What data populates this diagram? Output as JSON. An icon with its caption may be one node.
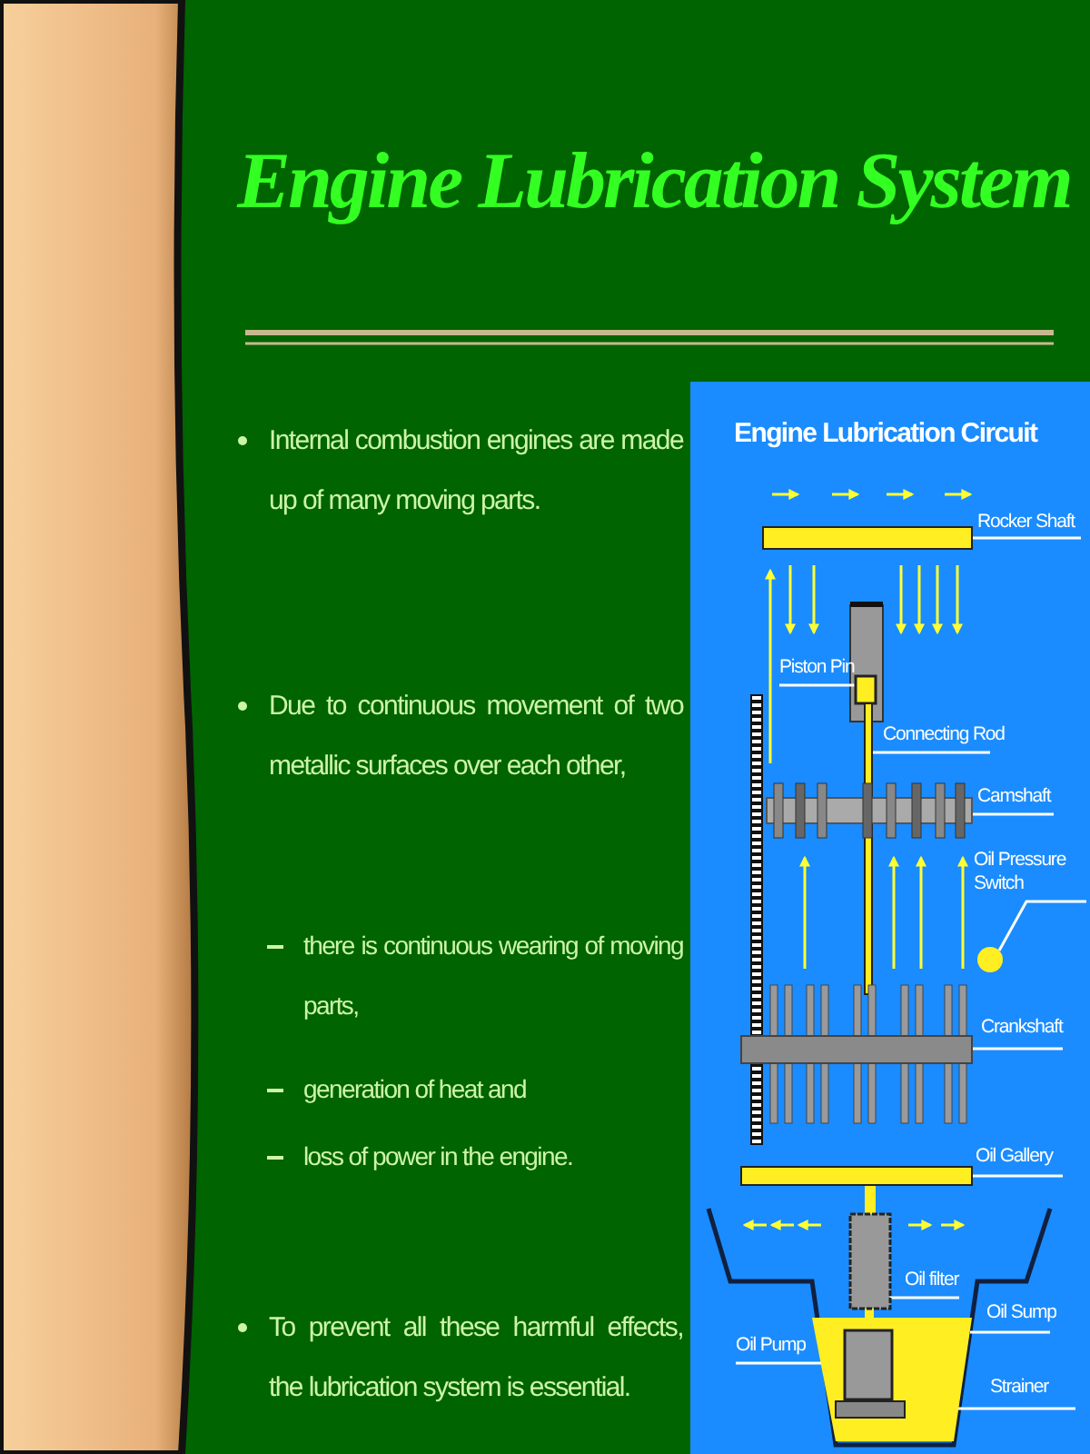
{
  "diagram": {
    "title": "Engine Lubrication System",
    "nodes": [
      {
        "text": [
          "Rocker Shaft"
        ]
      },
      {
        "text": [],
        "shape": "bar"
      },
      {
        "text": [
          "Piston Pin"
        ]
      },
      {
        "text": [],
        "shape": "box"
      },
      {
        "text": [
          "Connecting Rod"
        ]
      },
      {
        "text": [],
        "shape": "bar"
      },
      {
        "text": [
          "Camshaft"
        ]
      },
      {
        "text": [],
        "shape": "picture"
      },
      {
        "text": [
          "Oil Pressure Switch"
        ]
      },
      {
        "text": [],
        "shape": "circle"
      },
      {
        "text": [
          "Crankshaft"
        ]
      },
      {
        "text": [],
        "shape": "picture"
      },
      {
        "text": [
          "Oil Gallery"
        ]
      },
      {
        "text": [],
        "shape": "bar"
      },
      {
        "text": [
          "Oil filter"
        ]
      },
      {
        "text": [],
        "shape": "box"
      },
      {
        "text": [
          "Oil Pump"
        ]
      },
      {
        "text": [],
        "shape": "box",
        "in": 19
      },
      {
        "text": [
          "Oil Sump"
        ]
      },
      {
        "text": [],
        "shape": "trapezoid"
      },
      {
        "text": [
          "Strainer"
        ]
      },
      {
        "text": [],
        "shape": "bar",
        "in": 19
      }
    ],
    "edges": [
      {
        "from": 0,
        "to": 1,
        "arrow": "none"
      },
      {
        "from": 2,
        "to": 3,
        "arrow": "none"
      },
      {
        "from": 4,
        "to": 5,
        "arrow": "none"
      },
      {
        "from": 6,
        "to": 7,
        "arrow": "none"
      },
      {
        "from": 8,
        "to": 9,
        "arrow": "none"
      },
      {
        "from": 10,
        "to": 11,
        "arrow": "none"
      },
      {
        "from": 12,
        "to": 13,
        "arrow": "none"
      },
      {
        "from": 14,
        "to": 15,
        "arrow": "none"
      },
      {
        "from": 16,
        "to": 17,
        "arrow": "none"
      },
      {
        "from": 18,
        "to": 19,
        "arrow": "none"
      },
      {
        "from": 20,
        "to": 21,
        "arrow": "none"
      }
    ],
    "labels": [
      "Internal combustion engines are made up of many moving parts.",
      "Due to continuous movement of two metallic surfaces over each other,",
      "there is continuous wearing of moving parts,",
      "generation of heat and",
      "loss of power in the engine.",
      "To prevent all these harmful effects, the lubrication system is essential.",
      "Engine Lubrication Circuit"
    ]
  }
}
